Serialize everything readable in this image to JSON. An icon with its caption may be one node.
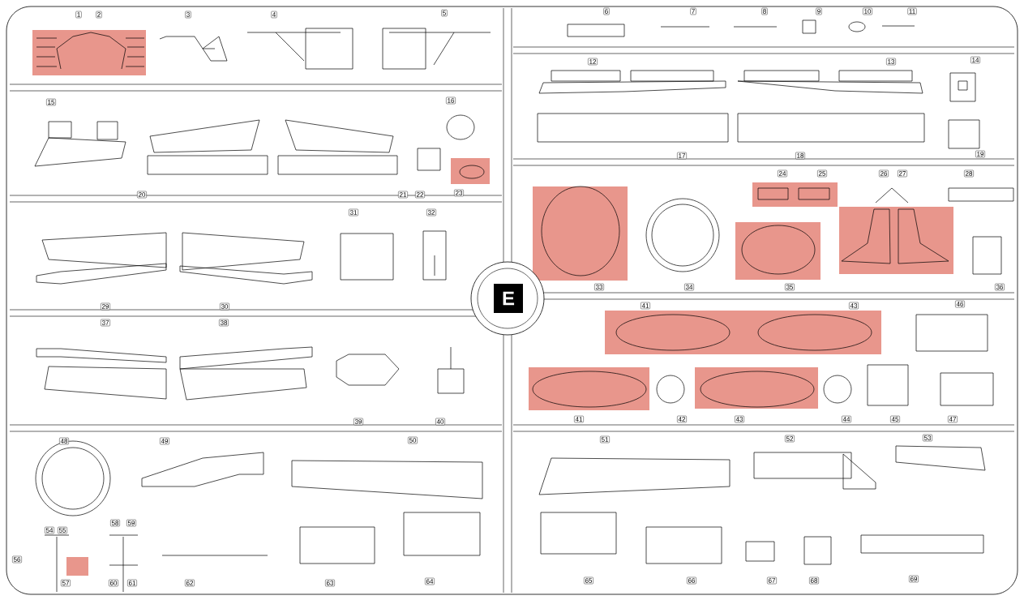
{
  "diagram": {
    "labels": [
      "1",
      "2",
      "3",
      "4",
      "5",
      "6",
      "7",
      "8",
      "9",
      "10",
      "11",
      "12",
      "13",
      "14",
      "15",
      "16",
      "17",
      "18",
      "19",
      "20",
      "21",
      "22",
      "23",
      "24",
      "25",
      "26",
      "27",
      "28",
      "29",
      "30",
      "31",
      "32",
      "33",
      "34",
      "35",
      "36",
      "37",
      "38",
      "39",
      "40",
      "E",
      "41",
      "43",
      "46",
      "41",
      "42",
      "43",
      "44",
      "45",
      "47",
      "48",
      "49",
      "50",
      "51",
      "52",
      "53",
      "54",
      "55",
      "56",
      "57",
      "58",
      "59",
      "60",
      "61",
      "62",
      "63",
      "64",
      "65",
      "66",
      "67",
      "68",
      "69"
    ]
  }
}
